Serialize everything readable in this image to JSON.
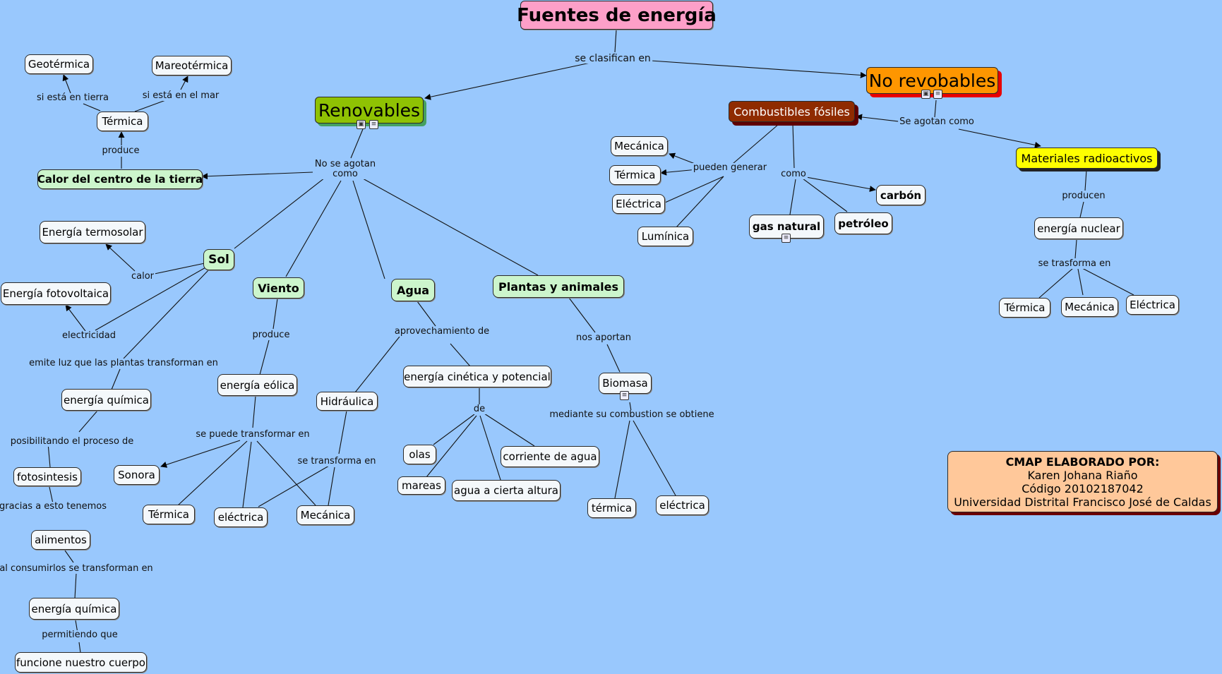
{
  "title": "Fuentes de energía",
  "nodes": {
    "root": "Fuentes de energía",
    "renovables": "Renovables",
    "no_revobables": "No revobables",
    "combustibles": "Combustibles fósiles",
    "radioactivos": "Materiales radioactivos",
    "geotermica": "Geotérmica",
    "mareotermica": "Mareotérmica",
    "termica_top": "Térmica",
    "calor_centro": "Calor del centro de la tierra",
    "termosolar": "Energía termosolar",
    "fotovoltaica": "Energía fotovoltaica",
    "sol": "Sol",
    "viento": "Viento",
    "agua": "Agua",
    "plantas": "Plantas y animales",
    "energia_quimica_1": "energía química",
    "fotosintesis": "fotosintesis",
    "alimentos": "alimentos",
    "energia_quimica_2": "energía química",
    "funcione": "funcione nuestro cuerpo",
    "eolica": "energía eólica",
    "sonora": "Sonora",
    "termica_viento": "Térmica",
    "electrica_viento": "eléctrica",
    "mecanica_viento": "Mecánica",
    "hidraulica": "Hidráulica",
    "cinetica": "energía cinética y potencial",
    "olas": "olas",
    "mareas": "mareas",
    "corriente": "corriente de agua",
    "agua_altura": "agua a cierta altura",
    "biomasa": "Biomasa",
    "termica_bio": "térmica",
    "electrica_bio": "eléctrica",
    "mecanica_fosil": "Mecánica",
    "termica_fosil": "Térmica",
    "electrica_fosil": "Eléctrica",
    "luminica": "Lumínica",
    "gas_natural": "gas natural",
    "petroleo": "petróleo",
    "carbon": "carbón",
    "nuclear": "energía nuclear",
    "termica_nuc": "Térmica",
    "mecanica_nuc": "Mecánica",
    "electrica_nuc": "Eléctrica"
  },
  "links": {
    "se_clasifican": "se clasifican en",
    "no_se_agotan": "No se agotan",
    "no_se_agotan_2": "como",
    "se_agotan": "Se agotan como",
    "si_tierra": "si está en tierra",
    "si_mar": "si está en el mar",
    "produce_term": "produce",
    "calor": "calor",
    "electricidad": "electricidad",
    "emite_luz": "emite luz que las plantas transforman en",
    "posibilitando": "posibilitando el proceso de",
    "gracias": "gracias a esto tenemos",
    "al_consumirlos": "al consumirlos se transforman en",
    "permitiendo": "permitiendo que",
    "produce_viento": "produce",
    "se_puede_transformar": "se puede transformar en",
    "aprovechamiento": "aprovechamiento de",
    "se_transforma": "se transforma en",
    "de": "de",
    "nos_aportan": "nos aportan",
    "mediante": "mediante su combustion se obtiene",
    "pueden_generar": "pueden generar",
    "como": "como",
    "producen": "producen",
    "se_trasforma": "se trasforma en"
  },
  "credits": {
    "heading": "CMAP ELABORADO POR:",
    "author": "Karen Johana Riaño",
    "code": "Código 20102187042",
    "university": "Universidad Distrital Francisco José de Caldas"
  },
  "colors": {
    "background": "#99c8fd",
    "root": "#fd9fc8",
    "renovables": "#8fc203",
    "no_revobables": "#fe9600",
    "combustibles": "#8f2b00",
    "radioactivos": "#feff00",
    "leaf_green": "#ccf5cc",
    "credits": "#ffc89a"
  }
}
